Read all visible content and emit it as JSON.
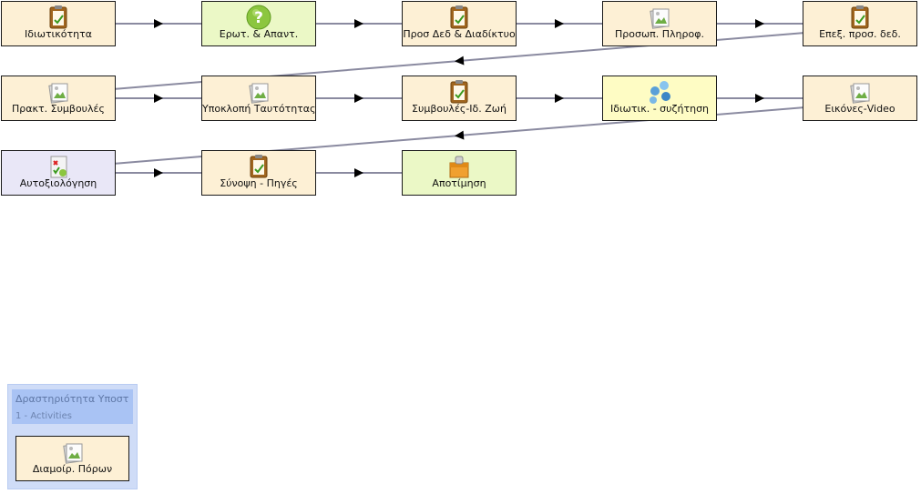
{
  "activities": [
    {
      "id": "n1",
      "label": "Ιδιωτικότητα",
      "icon": "clipboard-icon",
      "theme": "beige"
    },
    {
      "id": "n2",
      "label": "Ερωτ. & Απαντ.",
      "icon": "question-icon",
      "theme": "green"
    },
    {
      "id": "n3",
      "label": "Προσ Δεδ & Διαδίκτυο",
      "icon": "clipboard-icon",
      "theme": "beige"
    },
    {
      "id": "n4",
      "label": "Προσωπ. Πληροφ.",
      "icon": "image-resource-icon",
      "theme": "beige"
    },
    {
      "id": "n5",
      "label": "Επεξ. προσ. δεδ.",
      "icon": "clipboard-icon",
      "theme": "beige"
    },
    {
      "id": "n6",
      "label": "Πρακτ. Συμβουλές",
      "icon": "image-resource-icon",
      "theme": "beige"
    },
    {
      "id": "n7",
      "label": "Υποκλοπή Ταυτότητας",
      "icon": "image-resource-icon",
      "theme": "beige"
    },
    {
      "id": "n8",
      "label": "Συμβουλές-Ιδ. Ζωή",
      "icon": "clipboard-icon",
      "theme": "beige"
    },
    {
      "id": "n9",
      "label": "Ιδιωτικ. - συζήτηση",
      "icon": "chat-people-icon",
      "theme": "yellow"
    },
    {
      "id": "n10",
      "label": "Εικόνες-Video",
      "icon": "image-resource-icon",
      "theme": "beige"
    },
    {
      "id": "n11",
      "label": "Αυτοξιολόγηση",
      "icon": "self-assessment-icon",
      "theme": "lavender"
    },
    {
      "id": "n12",
      "label": "Σύνοψη - Πηγές",
      "icon": "clipboard-icon",
      "theme": "beige"
    },
    {
      "id": "n13",
      "label": "Αποτίμηση",
      "icon": "box-icon",
      "theme": "green"
    }
  ],
  "transitions": [
    [
      "n1",
      "n2"
    ],
    [
      "n2",
      "n3"
    ],
    [
      "n3",
      "n4"
    ],
    [
      "n4",
      "n5"
    ],
    [
      "n5",
      "n6"
    ],
    [
      "n6",
      "n7"
    ],
    [
      "n7",
      "n8"
    ],
    [
      "n8",
      "n9"
    ],
    [
      "n9",
      "n10"
    ],
    [
      "n10",
      "n11"
    ],
    [
      "n11",
      "n12"
    ],
    [
      "n12",
      "n13"
    ]
  ],
  "legend": {
    "title": "Δραστηριότητα Υποστ",
    "subtitle": "1 - Activities",
    "activity": {
      "label": "Διαμοίρ. Πόρων",
      "icon": "image-resource-icon"
    }
  }
}
